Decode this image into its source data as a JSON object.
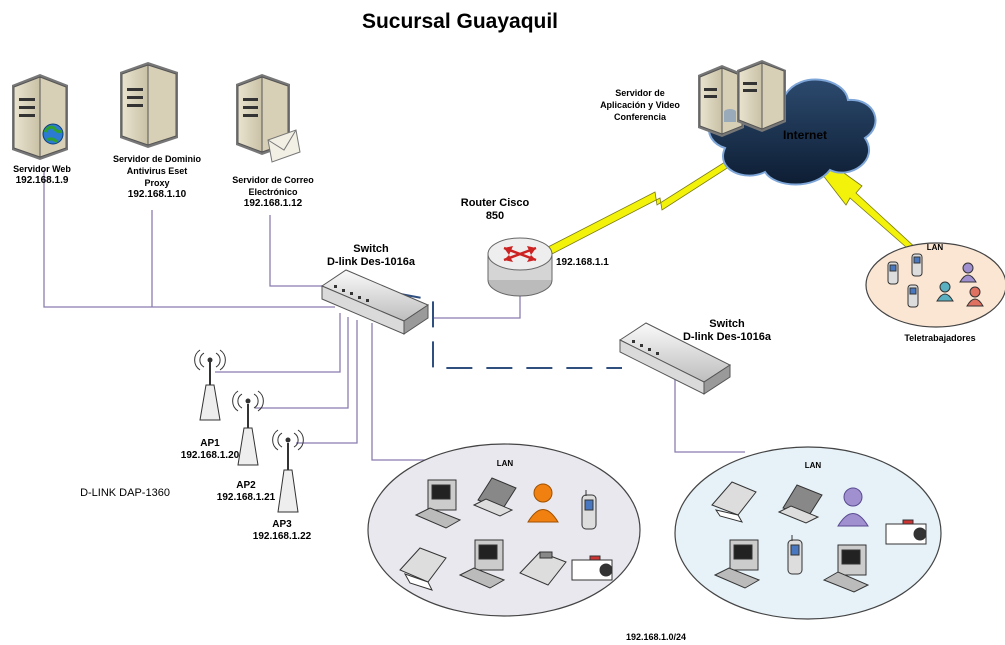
{
  "title": "Sucursal Guayaquil",
  "servers": {
    "web": {
      "name": "Servidor Web",
      "ip": "192.168.1.9"
    },
    "domain": {
      "line1": "Servidor de Dominio",
      "line2": "Antivirus Eset",
      "line3": "Proxy",
      "ip": "192.168.1.10"
    },
    "mail": {
      "line1": "Servidor de Correo",
      "line2": "Electrónico",
      "ip": "192.168.1.12"
    },
    "app": {
      "line1": "Servidor de",
      "line2": "Aplicación y Video",
      "line3": "Conferencia"
    }
  },
  "internet": "Internet",
  "router": {
    "line1": "Router Cisco",
    "line2": "850",
    "ip": "192.168.1.1"
  },
  "switch1": {
    "line1": "Switch",
    "line2": "D-link Des-1016a"
  },
  "switch2": {
    "line1": "Switch",
    "line2": "D-link Des-1016a"
  },
  "access_points": [
    {
      "name": "AP1",
      "ip": "192.168.1.20"
    },
    {
      "name": "AP2",
      "ip": "192.168.1.21"
    },
    {
      "name": "AP3",
      "ip": "192.168.1.22"
    }
  ],
  "ap_model": "D-LINK DAP-1360",
  "lan_remote": {
    "label": "LAN",
    "caption": "Teletrabajadores"
  },
  "lan_left": {
    "label": "LAN"
  },
  "lan_right": {
    "label": "LAN"
  },
  "subnet": "192.168.1.0/24",
  "colors": {
    "link_yellow": "#f2f20a",
    "dash_blue": "#2f4f7f",
    "line_purple": "#8a7cb0",
    "lan_left_fill": "#e8e8ee",
    "lan_right_fill": "#e6f2f8",
    "lan_remote_fill": "#fbe6d4"
  }
}
